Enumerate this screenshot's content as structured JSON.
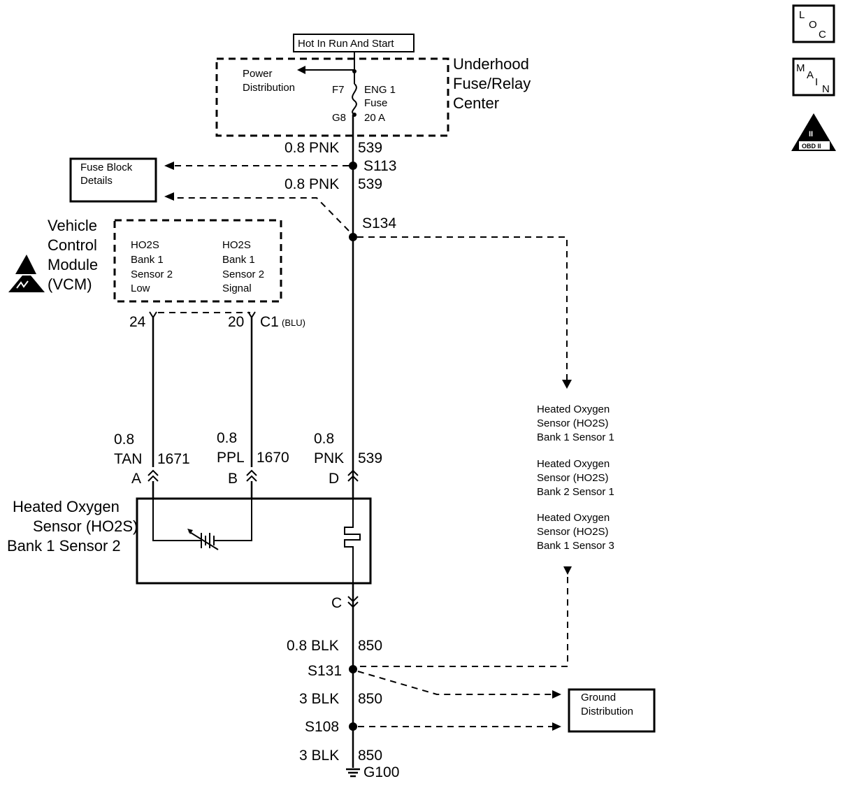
{
  "icons": {
    "loc": [
      "L",
      "O",
      "C"
    ],
    "main": [
      "M",
      "A",
      "I",
      "N"
    ],
    "obd": {
      "numeral": "II",
      "label": "OBD II"
    },
    "esd": "esd-warning-icon"
  },
  "power": {
    "hot_label": "Hot In Run And Start",
    "fuse_center": [
      "Underhood",
      "Fuse/Relay",
      "Center"
    ],
    "power_distribution": [
      "Power",
      "Distribution"
    ],
    "fuse_in": "F7",
    "fuse_out": "G8",
    "fuse_name": [
      "ENG 1",
      "Fuse",
      "20 A"
    ]
  },
  "wires": {
    "w539_top": {
      "gauge": "0.8 PNK",
      "circuit": "539"
    },
    "w539_mid": {
      "gauge": "0.8 PNK",
      "circuit": "539"
    },
    "pin_a": {
      "gauge": "0.8",
      "color": "TAN",
      "circuit": "1671",
      "pin": "A"
    },
    "pin_b": {
      "gauge": "0.8",
      "color": "PPL",
      "circuit": "1670",
      "pin": "B"
    },
    "pin_d": {
      "gauge": "0.8",
      "color": "PNK",
      "circuit": "539",
      "pin": "D"
    },
    "pin_c": "C",
    "w850_1": {
      "gauge": "0.8 BLK",
      "circuit": "850"
    },
    "w850_2": {
      "gauge": "3 BLK",
      "circuit": "850"
    },
    "w850_3": {
      "gauge": "3 BLK",
      "circuit": "850"
    }
  },
  "splices": {
    "s113": "S113",
    "s134": "S134",
    "s131": "S131",
    "s108": "S108",
    "ground": "G100"
  },
  "fuse_block": [
    "Fuse Block",
    "Details"
  ],
  "vcm": {
    "title": [
      "Vehicle",
      "Control",
      "Module",
      "(VCM)"
    ],
    "left_pin": [
      "HO2S",
      "Bank 1",
      "Sensor 2",
      "Low"
    ],
    "right_pin": [
      "HO2S",
      "Bank 1",
      "Sensor 2",
      "Signal"
    ],
    "pin_left_num": "24",
    "pin_right_num": "20",
    "connector": "C1",
    "connector_color": "(BLU)"
  },
  "sensor": {
    "title": [
      "Heated Oxygen",
      "Sensor (HO2S)",
      "Bank 1 Sensor 2"
    ]
  },
  "other_sensors": [
    [
      "Heated Oxygen",
      "Sensor (HO2S)",
      "Bank 1 Sensor 1"
    ],
    [
      "Heated Oxygen",
      "Sensor (HO2S)",
      "Bank 2 Sensor 1"
    ],
    [
      "Heated Oxygen",
      "Sensor (HO2S)",
      "Bank 1 Sensor 3"
    ]
  ],
  "ground_distribution": [
    "Ground",
    "Distribution"
  ]
}
